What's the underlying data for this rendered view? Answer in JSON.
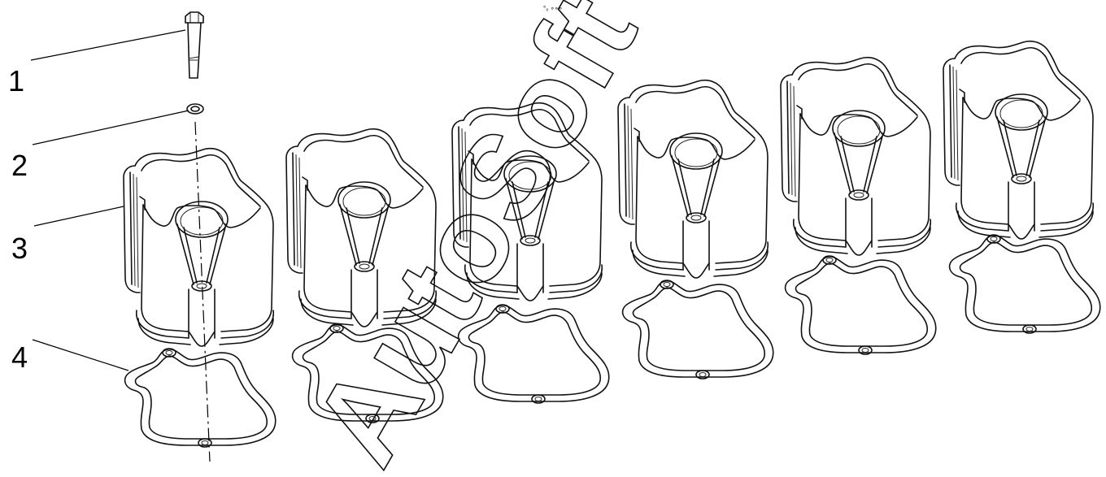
{
  "header": {
    "small_text": "°₀ ∘∘∘"
  },
  "callouts": [
    {
      "number": "1"
    },
    {
      "number": "2"
    },
    {
      "number": "3"
    },
    {
      "number": "4"
    }
  ],
  "watermark": {
    "text": "AutoSoft"
  },
  "icons": {
    "bolt": "bolt-icon",
    "washer": "washer-icon",
    "cover": "valve-cover-icon",
    "gasket": "gasket-icon"
  },
  "colors": {
    "ink": "#111111",
    "background": "#ffffff"
  }
}
